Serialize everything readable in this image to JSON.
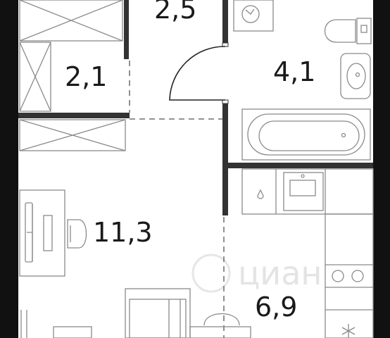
{
  "plan": {
    "rooms": [
      {
        "id": "hall",
        "area": "2,5"
      },
      {
        "id": "storage",
        "area": "2,1"
      },
      {
        "id": "bathroom",
        "area": "4,1"
      },
      {
        "id": "living",
        "area": "11,3"
      },
      {
        "id": "kitchen",
        "area": "6,9"
      }
    ],
    "watermark": "циан"
  },
  "colors": {
    "wall": "#333333",
    "fixture": "#8a8a8a",
    "label": "#1a1a1a"
  }
}
